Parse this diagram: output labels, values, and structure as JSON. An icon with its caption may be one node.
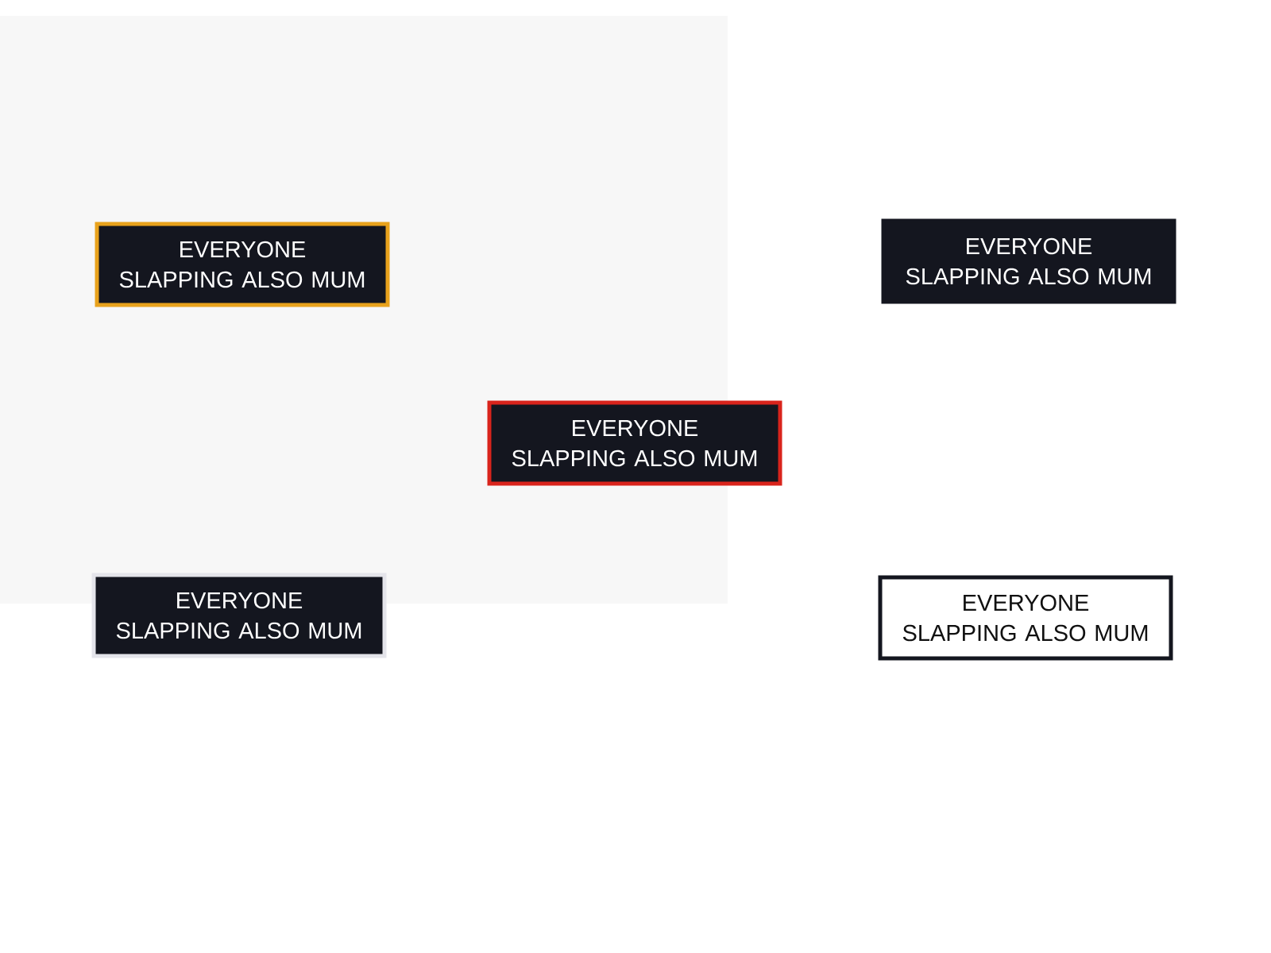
{
  "diagram": {
    "nodes": [
      {
        "text": [
          "EVERYONE SLAPPING ALSO MUM"
        ]
      },
      {
        "text": [
          "EVERYONE SLAPPING ALSO MUM"
        ]
      },
      {
        "text": [
          "EVERYONE SLAPPING ALSO MUM"
        ]
      },
      {
        "text": [
          "EVERYONE SLAPPING ALSO MUM"
        ]
      },
      {
        "text": [
          "EVERYONE SLAPPING ALSO MUM"
        ]
      }
    ]
  }
}
